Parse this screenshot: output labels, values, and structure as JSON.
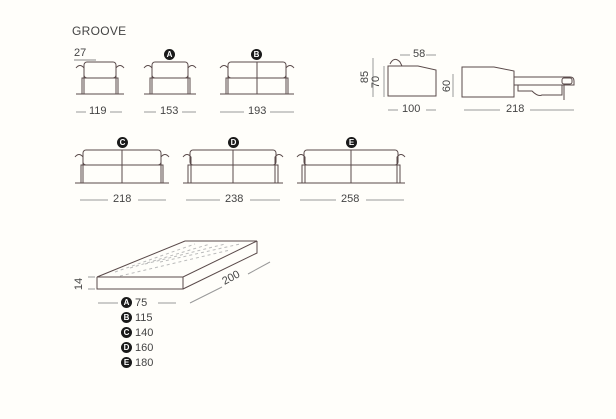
{
  "title": "GROOVE",
  "models": [
    {
      "id": "armchair",
      "badge": "",
      "width": "119",
      "arm": "27"
    },
    {
      "id": "A",
      "badge": "A",
      "width": "153"
    },
    {
      "id": "B",
      "badge": "B",
      "width": "193"
    },
    {
      "id": "C",
      "badge": "C",
      "width": "218"
    },
    {
      "id": "D",
      "badge": "D",
      "width": "238"
    },
    {
      "id": "E",
      "badge": "E",
      "width": "258"
    }
  ],
  "side_view": {
    "seat_depth": "58",
    "total_height": "85",
    "arm_height": "70",
    "depth": "100"
  },
  "open_view": {
    "height": "60",
    "length": "218"
  },
  "mattress": {
    "thickness": "14",
    "length": "200",
    "widths": [
      {
        "badge": "A",
        "value": "75"
      },
      {
        "badge": "B",
        "value": "115"
      },
      {
        "badge": "C",
        "value": "140"
      },
      {
        "badge": "D",
        "value": "160"
      },
      {
        "badge": "E",
        "value": "180"
      }
    ]
  },
  "colors": {
    "background": "#fffefa",
    "line": "#5a4a4a",
    "badge": "#1a1a1a"
  }
}
